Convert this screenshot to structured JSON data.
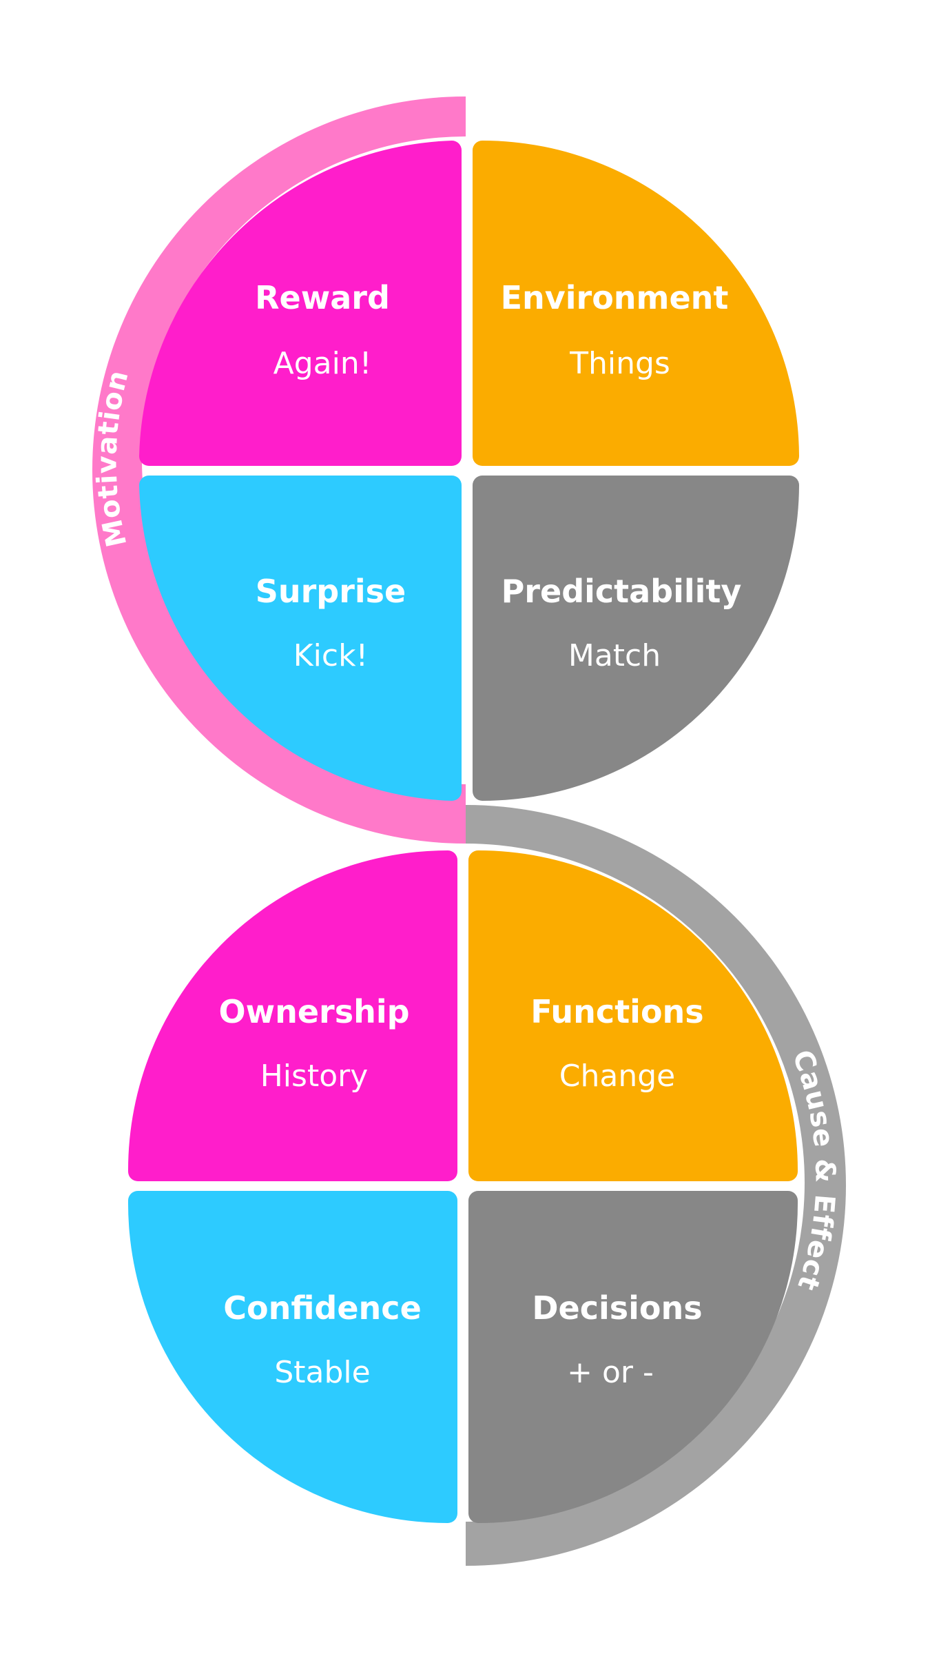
{
  "colors": {
    "magenta": "#FF1ECB",
    "orange": "#FBAC00",
    "cyan": "#2DCBFF",
    "gray": "#878787",
    "motivation_band": "#FF79C9",
    "cause_band": "#A3A3A3",
    "background": "#FFFFFF"
  },
  "bands": {
    "motivation": "Motivation",
    "cause_effect": "Cause & Effect"
  },
  "top_circle": {
    "reward": {
      "title": "Reward",
      "subtitle": "Again!"
    },
    "environment": {
      "title": "Environment",
      "subtitle": "Things"
    },
    "surprise": {
      "title": "Surprise",
      "subtitle": "Kick!"
    },
    "predictability": {
      "title": "Predictability",
      "subtitle": "Match"
    }
  },
  "bottom_circle": {
    "ownership": {
      "title": "Ownership",
      "subtitle": "History"
    },
    "functions": {
      "title": "Functions",
      "subtitle": "Change"
    },
    "confidence": {
      "title": "Confidence",
      "subtitle": "Stable"
    },
    "decisions": {
      "title": "Decisions",
      "subtitle": "+ or -"
    }
  }
}
